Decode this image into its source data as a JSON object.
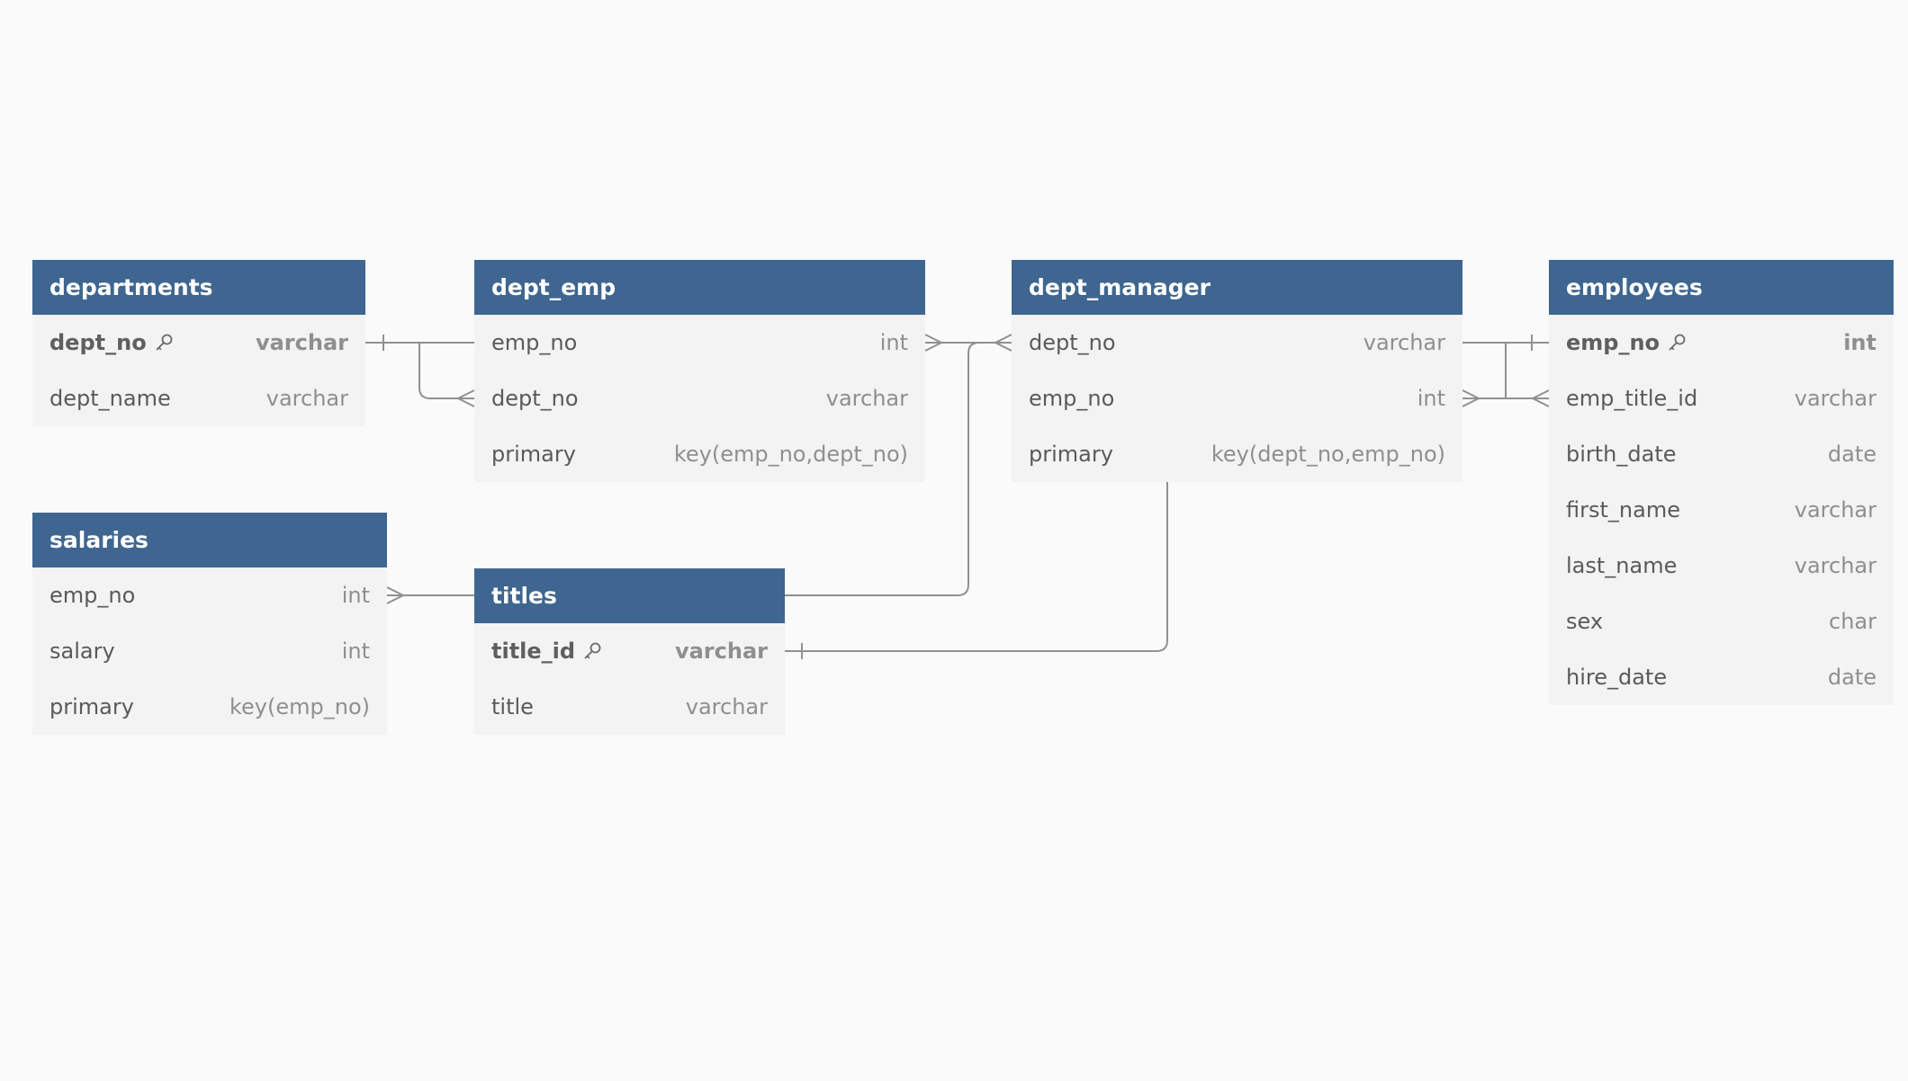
{
  "tables": {
    "departments": {
      "name": "departments",
      "fields": [
        {
          "name": "dept_no",
          "type": "varchar",
          "pk": true
        },
        {
          "name": "dept_name",
          "type": "varchar"
        }
      ]
    },
    "dept_emp": {
      "name": "dept_emp",
      "fields": [
        {
          "name": "emp_no",
          "type": "int"
        },
        {
          "name": "dept_no",
          "type": "varchar"
        },
        {
          "name": "primary",
          "type": "key(emp_no,dept_no)"
        }
      ]
    },
    "dept_manager": {
      "name": "dept_manager",
      "fields": [
        {
          "name": "dept_no",
          "type": "varchar"
        },
        {
          "name": "emp_no",
          "type": "int"
        },
        {
          "name": "primary",
          "type": "key(dept_no,emp_no)"
        }
      ]
    },
    "employees": {
      "name": "employees",
      "fields": [
        {
          "name": "emp_no",
          "type": "int",
          "pk": true
        },
        {
          "name": "emp_title_id",
          "type": "varchar"
        },
        {
          "name": "birth_date",
          "type": "date"
        },
        {
          "name": "first_name",
          "type": "varchar"
        },
        {
          "name": "last_name",
          "type": "varchar"
        },
        {
          "name": "sex",
          "type": "char"
        },
        {
          "name": "hire_date",
          "type": "date"
        }
      ]
    },
    "salaries": {
      "name": "salaries",
      "fields": [
        {
          "name": "emp_no",
          "type": "int"
        },
        {
          "name": "salary",
          "type": "int"
        },
        {
          "name": "primary",
          "type": "key(emp_no)"
        }
      ]
    },
    "titles": {
      "name": "titles",
      "fields": [
        {
          "name": "title_id",
          "type": "varchar",
          "pk": true
        },
        {
          "name": "title",
          "type": "varchar"
        }
      ]
    }
  },
  "colors": {
    "header": "#3f6690",
    "body": "#f3f3f3",
    "background": "#fafafa",
    "connector": "#909090"
  },
  "icons": {
    "primary_key": "key-icon"
  }
}
